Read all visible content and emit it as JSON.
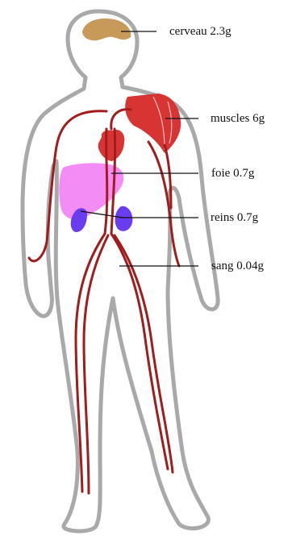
{
  "diagram": {
    "labels": {
      "brain": "cerveau 2.3g",
      "muscles": "muscles 6g",
      "liver": "foie 0.7g",
      "kidneys": "reins 0.7g",
      "blood": "sang 0.04g"
    },
    "colors": {
      "body_outline": "#a9a9a9",
      "body_fill": "#ffffff",
      "brain": "#c89a5a",
      "muscles": "#d83434",
      "heart": "#d83434",
      "liver": "#f48cf6",
      "kidneys": "#6a3cf0",
      "blood_vessels": "#a11c1c",
      "leader_line": "#111111"
    }
  }
}
